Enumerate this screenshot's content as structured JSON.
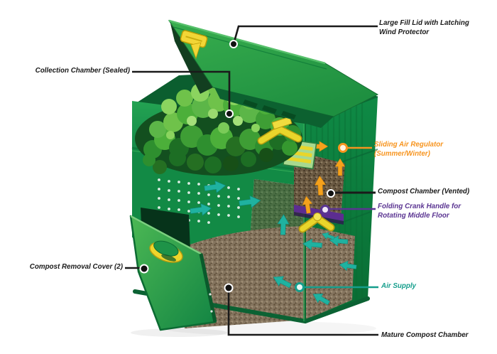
{
  "diagram": {
    "illustration": "compost-bin-cutaway-diagram",
    "labels": [
      {
        "id": "large-fill-lid",
        "text": "Large Fill Lid with Latching Wind Protector",
        "color": "#1A1A1A"
      },
      {
        "id": "collection-chamber",
        "text": "Collection Chamber (Sealed)",
        "color": "#1A1A1A"
      },
      {
        "id": "sliding-air-regulator",
        "text": "Sliding Air Regulator (Summer/Winter)",
        "color": "#F7941E"
      },
      {
        "id": "compost-chamber",
        "text": "Compost Chamber (Vented)",
        "color": "#1A1A1A"
      },
      {
        "id": "folding-crank-handle",
        "text": "Folding Crank Handle for Rotating Middle Floor",
        "color": "#5B3592"
      },
      {
        "id": "air-supply",
        "text": "Air Supply",
        "color": "#159E8C"
      },
      {
        "id": "compost-removal-cover",
        "text": "Compost Removal Cover (2)",
        "color": "#1A1A1A"
      },
      {
        "id": "mature-compost-chamber",
        "text": "Mature Compost Chamber",
        "color": "#1A1A1A"
      }
    ],
    "colors": {
      "label_black": "#1A1A1A",
      "label_orange": "#F7941E",
      "label_purple": "#5B3592",
      "label_teal": "#159E8C",
      "bin_green": "#1FA050",
      "bin_green_dark": "#0A6B34",
      "handle_yellow": "#EDD52B",
      "airflow_teal": "#1FB2A0",
      "warm_air_orange": "#F5A11C",
      "middle_floor_purple": "#5C2D91",
      "compost_brown": "#84745E",
      "background": "#FFFFFF"
    }
  }
}
